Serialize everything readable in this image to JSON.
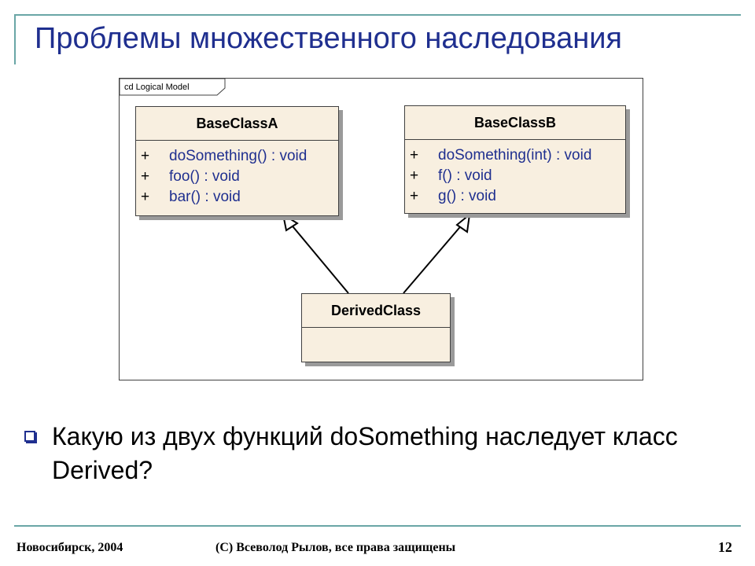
{
  "slide": {
    "title": "Проблемы множественного наследования"
  },
  "diagram": {
    "frame_label": "cd Logical Model",
    "classes": [
      {
        "name": "BaseClassA",
        "operations": [
          {
            "visibility": "+",
            "signature": "doSomething() : void"
          },
          {
            "visibility": "+",
            "signature": "foo() : void"
          },
          {
            "visibility": "+",
            "signature": "bar() : void"
          }
        ]
      },
      {
        "name": "BaseClassB",
        "operations": [
          {
            "visibility": "+",
            "signature": "doSomething(int) : void"
          },
          {
            "visibility": "+",
            "signature": "f() : void"
          },
          {
            "visibility": "+",
            "signature": "g() : void"
          }
        ]
      },
      {
        "name": "DerivedClass",
        "operations": []
      }
    ],
    "relationships": [
      {
        "type": "generalization",
        "from": "DerivedClass",
        "to": "BaseClassA"
      },
      {
        "type": "generalization",
        "from": "DerivedClass",
        "to": "BaseClassB"
      }
    ]
  },
  "bullets": [
    {
      "icon": "hollow-square-bullet-icon",
      "text": "Какую из двух функций doSomething наследует класс Derived?"
    }
  ],
  "footer": {
    "city_year": "Новосибирск, 2004",
    "copyright": "(C) Всеволод Рылов, все права защищены",
    "page_number": "12"
  },
  "colors": {
    "accent_rule": "#6aa6a6",
    "title": "#1f2f8f",
    "class_fill": "#f8efe0",
    "operation_text": "#1f2f8f"
  }
}
